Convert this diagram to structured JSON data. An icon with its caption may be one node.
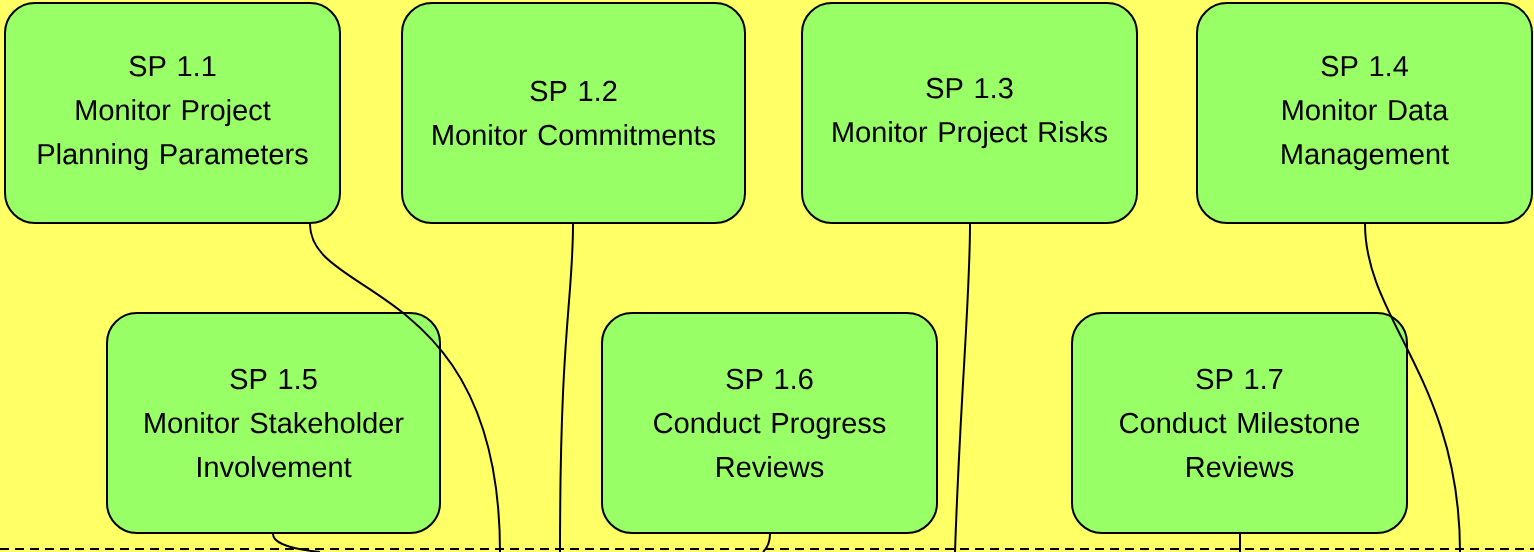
{
  "diagram": {
    "nodes": [
      {
        "text": [
          "SP 1.1",
          "Monitor Project Planning Parameters"
        ]
      },
      {
        "text": [
          "SP 1.2",
          "Monitor Commitments"
        ]
      },
      {
        "text": [
          "SP 1.3",
          "Monitor Project Risks"
        ]
      },
      {
        "text": [
          "SP 1.4",
          "Monitor Data Management"
        ]
      },
      {
        "text": [
          "SP 1.5",
          "Monitor Stakeholder Involvement"
        ]
      },
      {
        "text": [
          "SP 1.6",
          "Conduct Progress Reviews"
        ]
      },
      {
        "text": [
          "SP 1.7",
          "Conduct Milestone Reviews"
        ]
      }
    ],
    "edges": [
      {
        "from": 0,
        "to": null,
        "arrow": "none"
      },
      {
        "from": 1,
        "to": null,
        "arrow": "none"
      },
      {
        "from": 2,
        "to": null,
        "arrow": "none"
      },
      {
        "from": 3,
        "to": null,
        "arrow": "none"
      },
      {
        "from": 4,
        "to": null,
        "arrow": "none"
      },
      {
        "from": 5,
        "to": null,
        "arrow": "none"
      },
      {
        "from": 6,
        "to": null,
        "arrow": "none"
      }
    ]
  }
}
